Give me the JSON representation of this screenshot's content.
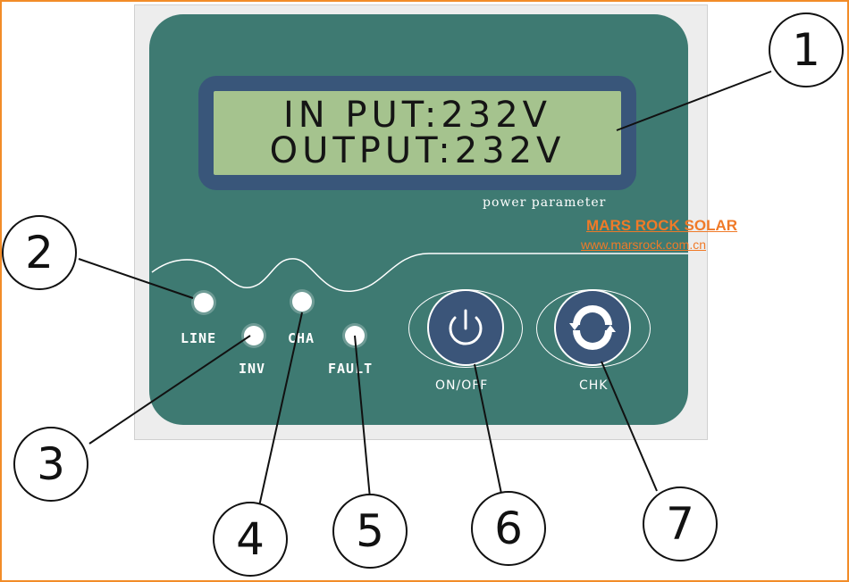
{
  "lcd": {
    "line1": "IN PUT:232V",
    "line2": "OUTPUT:232V"
  },
  "caption": "power parameter",
  "watermark": {
    "brand": "MARS ROCK SOLAR",
    "url": "www.marsrock.com.cn"
  },
  "indicators": [
    {
      "label": "LINE"
    },
    {
      "label": "INV"
    },
    {
      "label": "CHA"
    },
    {
      "label": "FAULT"
    }
  ],
  "buttons": {
    "power_label": "ON/OFF",
    "check_label": "CHK",
    "power_icon": "power-icon",
    "check_icon": "cycle-icon"
  },
  "callouts": [
    "1",
    "2",
    "3",
    "4",
    "5",
    "6",
    "7"
  ],
  "colors": {
    "panel": "#3e7a72",
    "lcd_bezel": "#39567a",
    "lcd_screen": "#a5c38e",
    "button_face": "#3b5579",
    "watermark": "#f07a28",
    "frame": "#f28c28"
  }
}
